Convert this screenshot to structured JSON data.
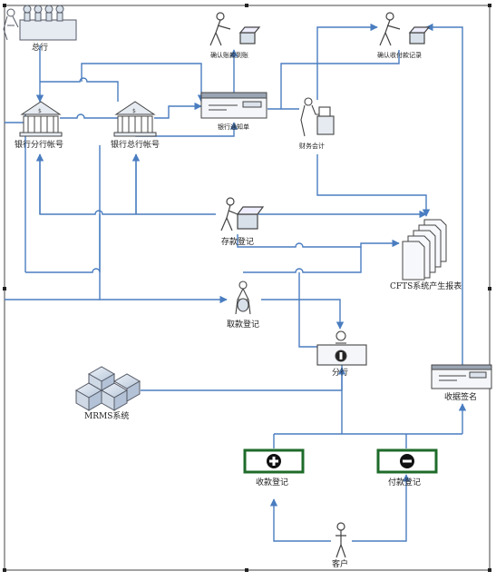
{
  "colors": {
    "connector": "#4a7dc0",
    "border": "#444444",
    "icon_fill": "#d8e0ea",
    "icon_stroke": "#555a66",
    "green_box": "#1e6b2a",
    "cube_fill": "#cfd9e6"
  },
  "nodes": {
    "head_office": "总行",
    "bank_branch_account": "银行分行帐号",
    "bank_head_account": "银行总行帐号",
    "confirm_receipt": "确认账款到账",
    "confirm_payment": "确认收付款记录",
    "bank_notice": "银行通知单",
    "finance_accounting": "财务会计",
    "deposit_register": "存款登记",
    "cfts_report": "CFTS系统产生报表",
    "withdraw_register": "取款登记",
    "branch": "分行",
    "mrms_system": "MRMS系统",
    "receipt_signature": "收据签名",
    "collection_register": "收款登记",
    "payment_register": "付款登记",
    "customer": "客户"
  }
}
